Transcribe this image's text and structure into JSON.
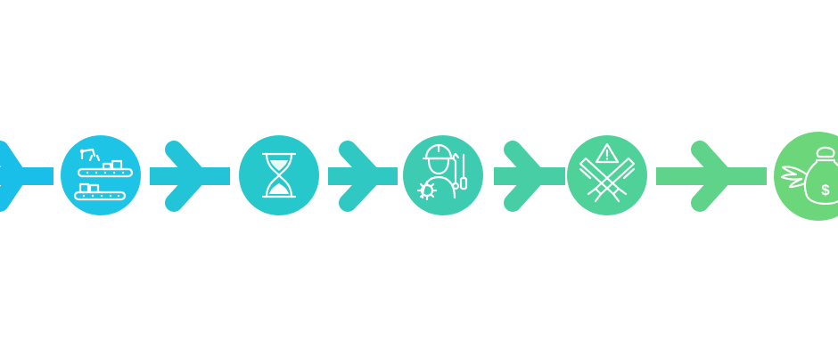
{
  "diagram": {
    "type": "process-flow",
    "direction": "left-to-right",
    "gradient": [
      "#19bfe8",
      "#24c8cf",
      "#3fcdb0",
      "#55d295",
      "#6bd67a"
    ],
    "steps": [
      {
        "id": "step-1",
        "icon": "conveyor-belt-robot-arm-icon",
        "color": "#1ec4e6"
      },
      {
        "id": "step-2",
        "icon": "hourglass-icon",
        "color": "#27c8cb"
      },
      {
        "id": "step-3",
        "icon": "engineer-with-tools-icon",
        "color": "#3dcbb2"
      },
      {
        "id": "step-4",
        "icon": "crossed-arms-warning-icon",
        "color": "#4fd19a"
      },
      {
        "id": "step-5",
        "icon": "flying-money-bag-icon",
        "color": "#6bd67a"
      }
    ],
    "connectors": [
      {
        "from": "start",
        "to": "step-1",
        "icon": "arrow-right-icon",
        "color": "#19bfe8"
      },
      {
        "from": "step-1",
        "to": "step-2",
        "icon": "arrow-right-icon",
        "color": "#23c4d8"
      },
      {
        "from": "step-2",
        "to": "step-3",
        "icon": "arrow-right-icon",
        "color": "#30c8c2"
      },
      {
        "from": "step-3",
        "to": "step-4",
        "icon": "arrow-right-icon",
        "color": "#47cea5"
      },
      {
        "from": "step-4",
        "to": "step-5",
        "icon": "arrow-right-icon",
        "color": "#60d38a"
      }
    ]
  }
}
